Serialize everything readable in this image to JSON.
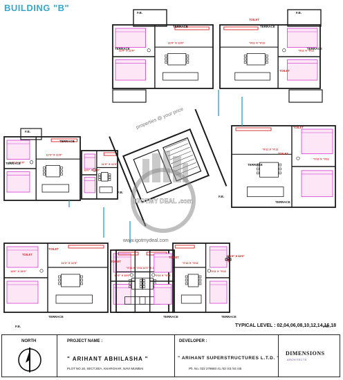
{
  "title": "BUILDING \"B\"",
  "typical_level": "TYPICAL LEVEL : 02,04,06,08,10,12,14,16,18",
  "room_labels": {
    "terrace": "TERRACE",
    "toilet": "TOILET",
    "fb": "F.B.",
    "master": "11'0\" X 11'0\""
  },
  "watermark": {
    "top": "properties @ your price",
    "bottom": "www.igotmydeal.com",
    "logo_text": "IGOTMY DEAL .com"
  },
  "title_block": {
    "north_label": "NORTH",
    "project_label": "PROJECT NAME :",
    "project_name": "\" ARIHANT  ABHILASHA \"",
    "project_address": "PLOT NO.10, SECT.30/A, KHARGHAR, NAVI MUMBAI",
    "developer_label": "DEVELOPER :",
    "developer_name": "\" ARIHANT  SUPERSTRUCTURES  L.T.D. \"",
    "developer_phone": "Ph. No. 022 278693 41 /42 /43 /44 /45",
    "firm_name": "DIMENSIONS",
    "firm_sub": "ARCHITECTS"
  },
  "colors": {
    "wall": "#1a1a1a",
    "accent_red": "#d81f1f",
    "accent_pink": "#d23ad0",
    "accent_cyan": "#3aa6c8",
    "watermark": "#8a8a8a"
  }
}
